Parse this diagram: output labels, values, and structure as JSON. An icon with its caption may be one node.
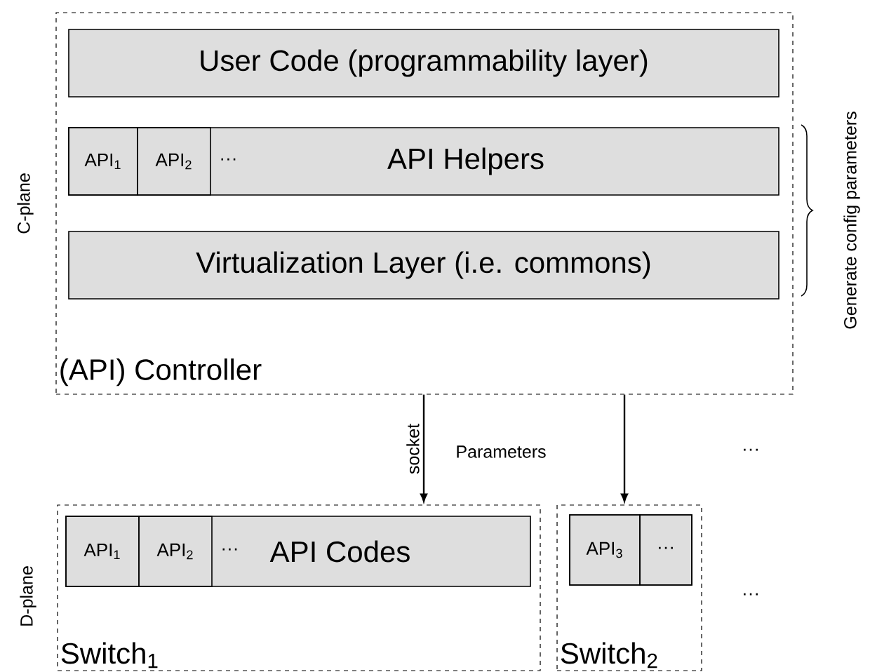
{
  "diagram": {
    "nodes": [
      {
        "text": [
          "(API) Controller"
        ]
      },
      {
        "text": [
          "User Code (programmability layer)"
        ],
        "in": 0
      },
      {
        "text": [
          "···",
          "API Helpers"
        ],
        "in": 0
      },
      {
        "text": [
          "API$_{1}$"
        ],
        "in": 2
      },
      {
        "text": [
          "API$_{2}$"
        ],
        "in": 2
      },
      {
        "text": [
          "Virtualization Layer (i.e. commons)"
        ],
        "in": 0
      },
      {
        "text": [
          "Switch$_{1}$"
        ]
      },
      {
        "text": [
          "···",
          "API Codes"
        ],
        "in": 6
      },
      {
        "text": [
          "API$_{1}$"
        ],
        "in": 7
      },
      {
        "text": [
          "API$_{2}$"
        ],
        "in": 7
      },
      {
        "text": [
          "Switch$_{2}$"
        ]
      },
      {
        "text": [],
        "shape": "box",
        "in": 10
      },
      {
        "text": [
          "API$_{3}$"
        ],
        "in": 11
      },
      {
        "text": [
          "···"
        ],
        "in": 11
      }
    ],
    "edges": [
      {
        "from": 0,
        "to": 6,
        "arrow": "to",
        "label": "socket"
      },
      {
        "from": 0,
        "to": 10,
        "arrow": "to"
      }
    ],
    "labels": [
      "C-plane",
      "Generate config parameters",
      "Parameters",
      "···",
      "D-plane",
      "···"
    ]
  }
}
